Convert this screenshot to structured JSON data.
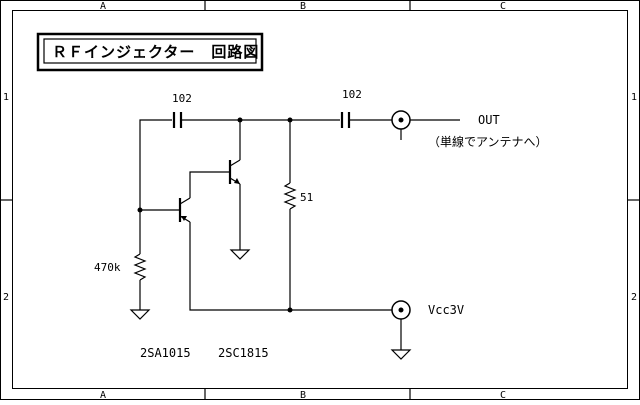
{
  "title": "ＲＦインジェクター　回路図",
  "border": {
    "columns": [
      "A",
      "B",
      "C"
    ],
    "rows": [
      "1",
      "2"
    ]
  },
  "components": {
    "capacitor_1": "102",
    "capacitor_2": "102",
    "resistor_bias": "470k",
    "resistor_load": "51",
    "transistor_1": "2SA1015",
    "transistor_2": "2SC1815"
  },
  "connectors": {
    "output_label": "OUT",
    "output_note": "（単線でアンテナへ）",
    "power_label": "Vcc3V"
  }
}
